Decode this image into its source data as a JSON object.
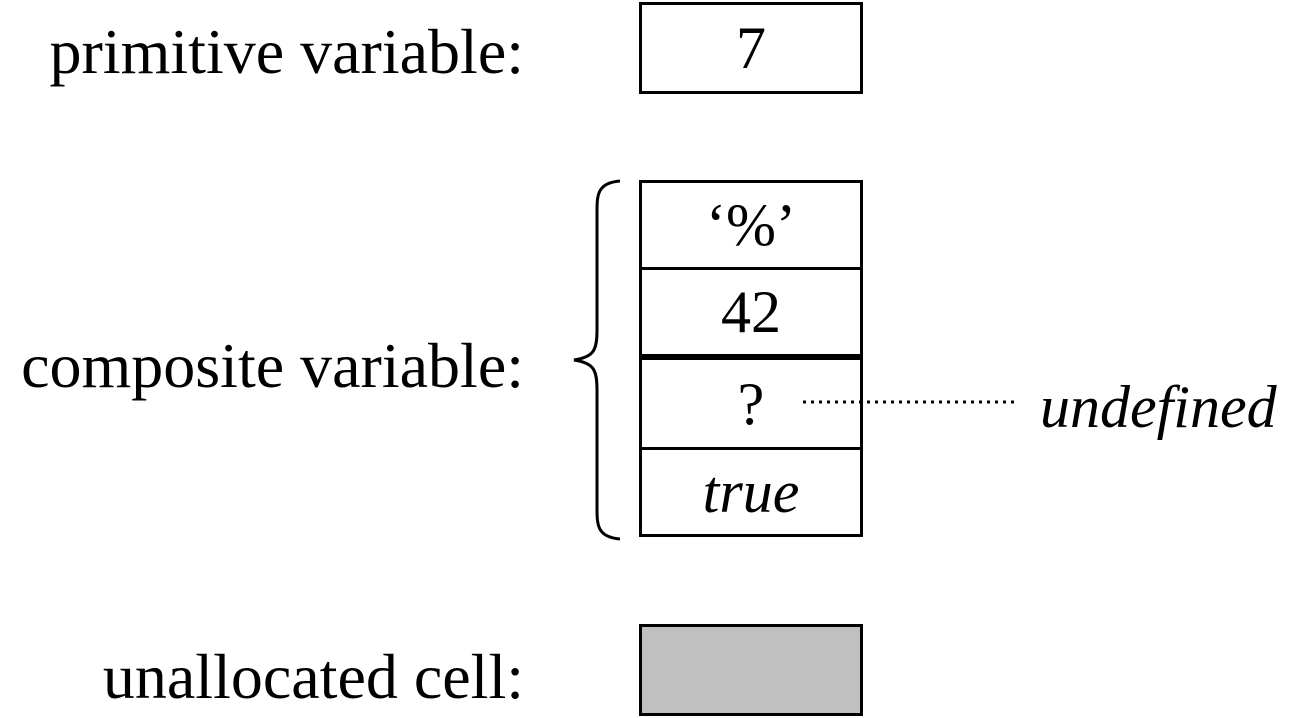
{
  "primitive": {
    "label": "primitive variable:",
    "value": "7"
  },
  "composite": {
    "label": "composite variable:",
    "cells": [
      {
        "value": "‘%’"
      },
      {
        "value": "42"
      },
      {
        "value": "?"
      },
      {
        "value": "true"
      }
    ],
    "undefined_annotation": "undefined"
  },
  "unallocated": {
    "label": "unallocated cell:",
    "fill_color": "#c0c0c0"
  }
}
